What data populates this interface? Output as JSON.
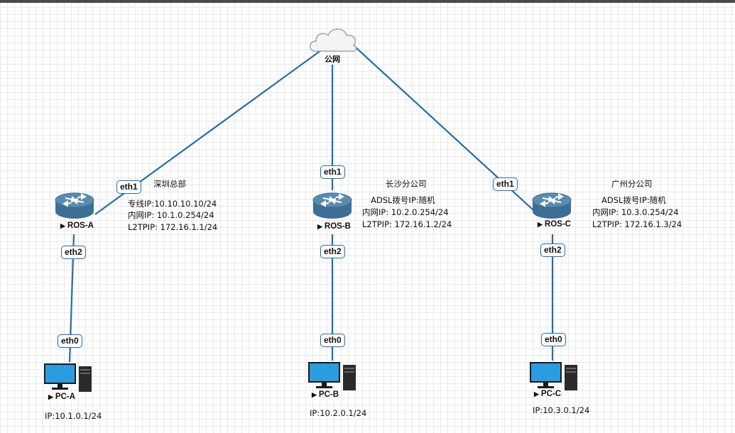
{
  "cloud": {
    "label": "公网"
  },
  "routers": [
    {
      "name": "ROS-A",
      "site": "深圳总部",
      "info": [
        "专线IP:10.10.10.10/24",
        "内网IP:  10.1.0.254/24",
        "L2TPIP:  172.16.1.1/24"
      ],
      "wan_port": "eth1",
      "lan_port": "eth2"
    },
    {
      "name": "ROS-B",
      "site": "长沙分公司",
      "info": [
        "ADSL拨号IP:随机",
        "内网IP:  10.2.0.254/24",
        "L2TPIP:  172.16.1.2/24"
      ],
      "wan_port": "eth1",
      "lan_port": "eth2"
    },
    {
      "name": "ROS-C",
      "site": "广州分公司",
      "info": [
        "ADSL拨号IP:随机",
        "内网IP:  10.3.0.254/24",
        "L2TPIP:  172.16.1.3/24"
      ],
      "wan_port": "eth1",
      "lan_port": "eth2"
    }
  ],
  "pcs": [
    {
      "name": "PC-A",
      "port": "eth0",
      "ip": "IP:10.1.0.1/24"
    },
    {
      "name": "PC-B",
      "port": "eth0",
      "ip": "IP:10.2.0.1/24"
    },
    {
      "name": "PC-C",
      "port": "eth0",
      "ip": "IP:10.3.0.1/24"
    }
  ],
  "colors": {
    "link": "#1f6fa8",
    "router_top": "#5a8cb0",
    "router_body": "#3d6f94",
    "monitor_screen": "#2a9de0",
    "pc_tower": "#2a2a2a"
  }
}
